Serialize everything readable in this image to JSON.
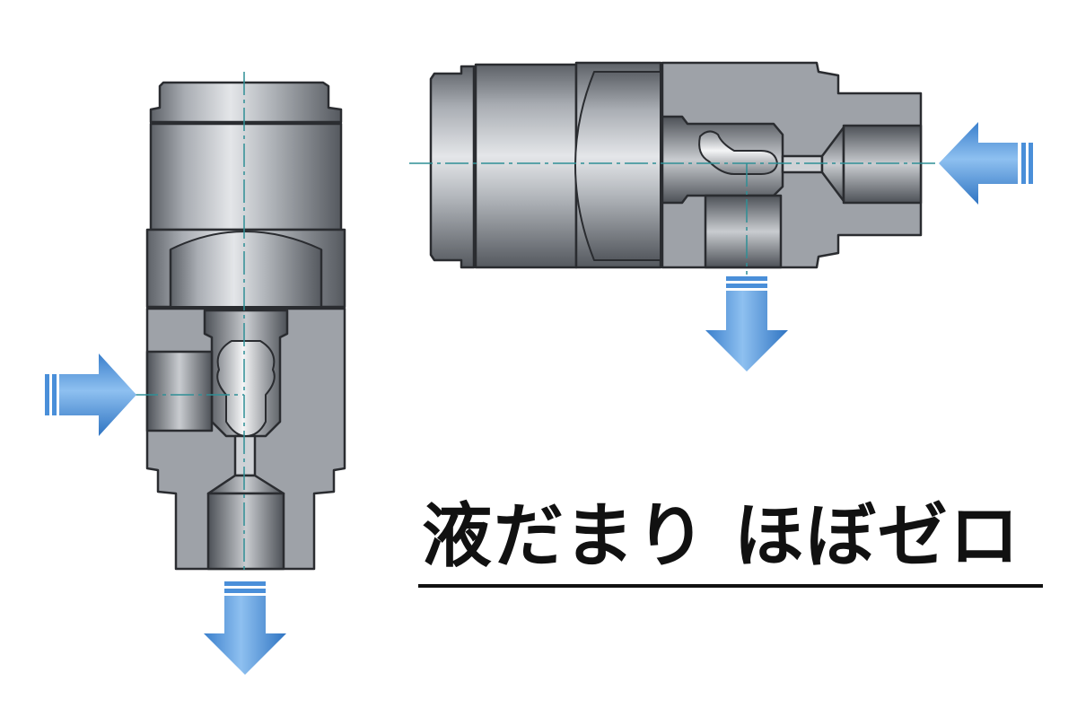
{
  "caption": {
    "text": "液だまり ほぼゼロ"
  },
  "colors": {
    "flow_arrow": "#4a8fd9",
    "body_metal": "#9ea2a8",
    "body_outline": "#2a2c30",
    "centerline": "#2f8f96",
    "caption": "#111111"
  },
  "icons": {
    "flow_arrow": "arrow-icon"
  },
  "views": [
    {
      "name": "vertical-orientation",
      "inlet_direction": "right",
      "outlet_direction": "down"
    },
    {
      "name": "horizontal-orientation",
      "inlet_direction": "left",
      "outlet_direction": "down"
    }
  ]
}
